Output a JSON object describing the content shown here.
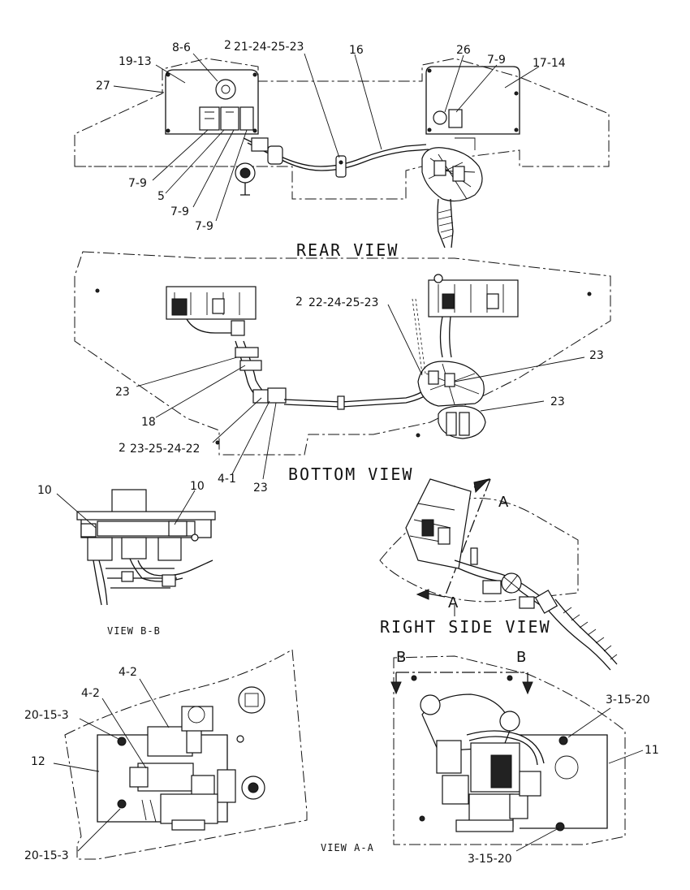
{
  "views": {
    "rear": "REAR VIEW",
    "bottom": "BOTTOM VIEW",
    "right_side": "RIGHT SIDE VIEW",
    "b_b": "VIEW B-B",
    "a_a": "VIEW A-A"
  },
  "section_marks": {
    "a": "A",
    "b": "B"
  },
  "callouts": {
    "rear_8_6": "8-6",
    "rear_19_13": "19-13",
    "rear_27": "27",
    "rear_21_24_25_23_prefix": "2",
    "rear_21_24_25_23": "21-24-25-23",
    "rear_16": "16",
    "rear_26": "26",
    "rear_7_9_top": "7-9",
    "rear_17_14": "17-14",
    "rear_7_9_a": "7-9",
    "rear_5": "5",
    "rear_7_9_b": "7-9",
    "rear_7_9_c": "7-9",
    "bottom_22_prefix": "2",
    "bottom_22_24_25_23": "22-24-25-23",
    "bottom_23_left": "23",
    "bottom_23_right_upper": "23",
    "bottom_23_right_lower": "23",
    "bottom_18": "18",
    "bottom_23_25_prefix": "2",
    "bottom_23_25_24_22": "23-25-24-22",
    "bottom_4_1": "4-1",
    "bottom_23_bottom": "23",
    "bb_10_left": "10",
    "bb_10_right": "10",
    "aa_4_2_upper": "4-2",
    "aa_4_2_lower": "4-2",
    "aa_20_15_3_upper": "20-15-3",
    "aa_12": "12",
    "aa_20_15_3_lower": "20-15-3",
    "aa_3_15_20_upper": "3-15-20",
    "aa_11": "11",
    "aa_3_15_20_lower": "3-15-20"
  }
}
